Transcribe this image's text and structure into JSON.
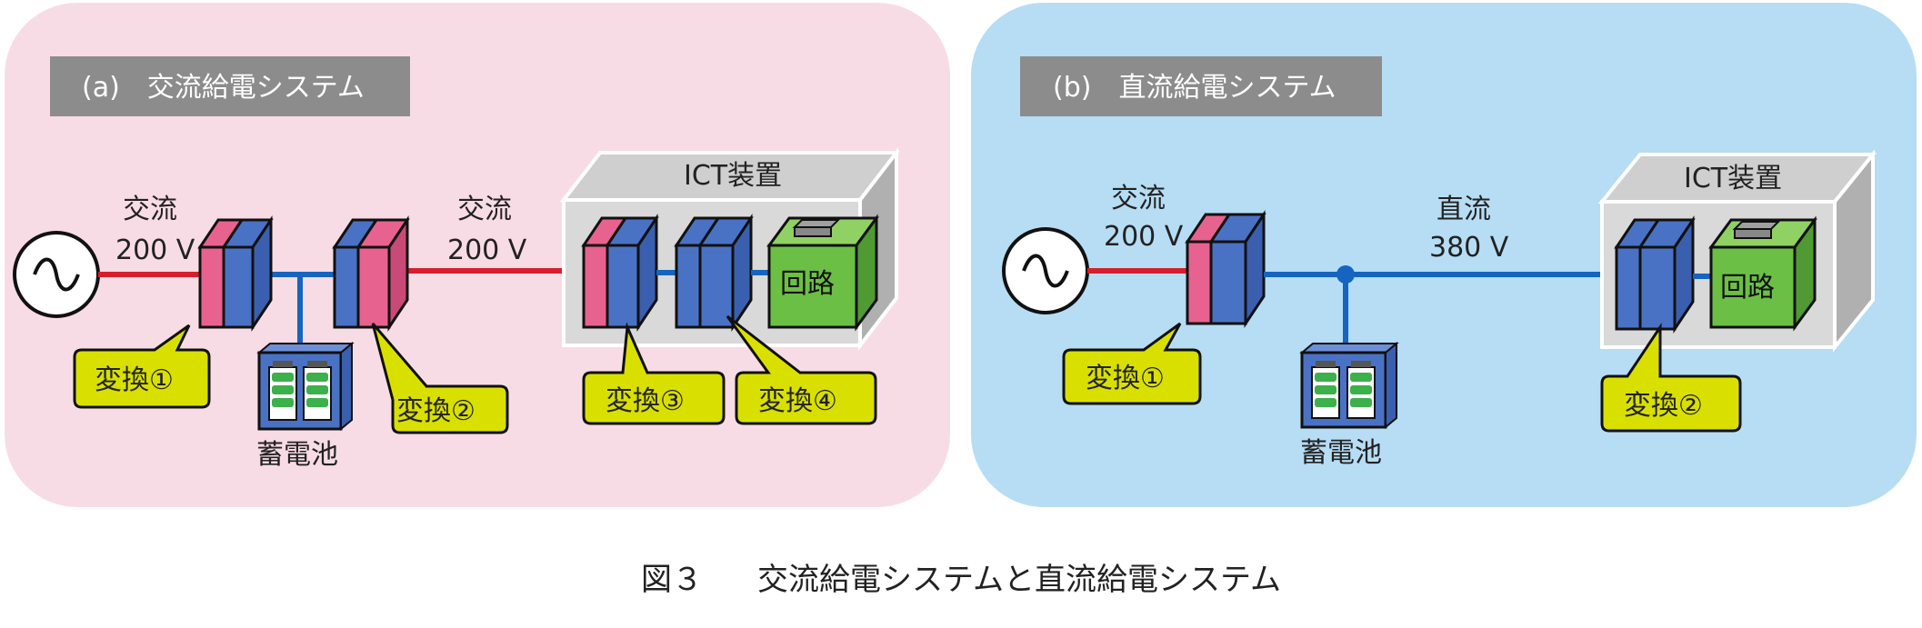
{
  "panel_a": {
    "title": "(a)　交流給電システム",
    "input_label_1": "交流",
    "input_label_2": "200 V",
    "mid_label_1": "交流",
    "mid_label_2": "200 V",
    "ict_label": "ICT装置",
    "circuit_label": "回路",
    "battery_label": "蓄電池",
    "callouts": [
      "変換①",
      "変換②",
      "変換③",
      "変換④"
    ]
  },
  "panel_b": {
    "title": "(b)　直流給電システム",
    "input_label_1": "交流",
    "input_label_2": "200 V",
    "bus_label_1": "直流",
    "bus_label_2": "380 V",
    "ict_label": "ICT装置",
    "circuit_label": "回路",
    "battery_label": "蓄電池",
    "callouts": [
      "変換①",
      "変換②"
    ]
  },
  "caption": {
    "figure_number": "図３",
    "text": "交流給電システムと直流給電システム"
  },
  "colors": {
    "panel_a_bg": "#f8dce5",
    "panel_b_bg": "#b6ddf4",
    "title_bg": "#8c8c8c",
    "ac_line": "#d81e2c",
    "dc_line": "#1565c0",
    "converter_pink": "#e8628f",
    "converter_blue": "#4a72c4",
    "circuit_green": "#6cbf45",
    "callout_yellow": "#d9e000",
    "ict_gray": "#d9d9d9"
  }
}
